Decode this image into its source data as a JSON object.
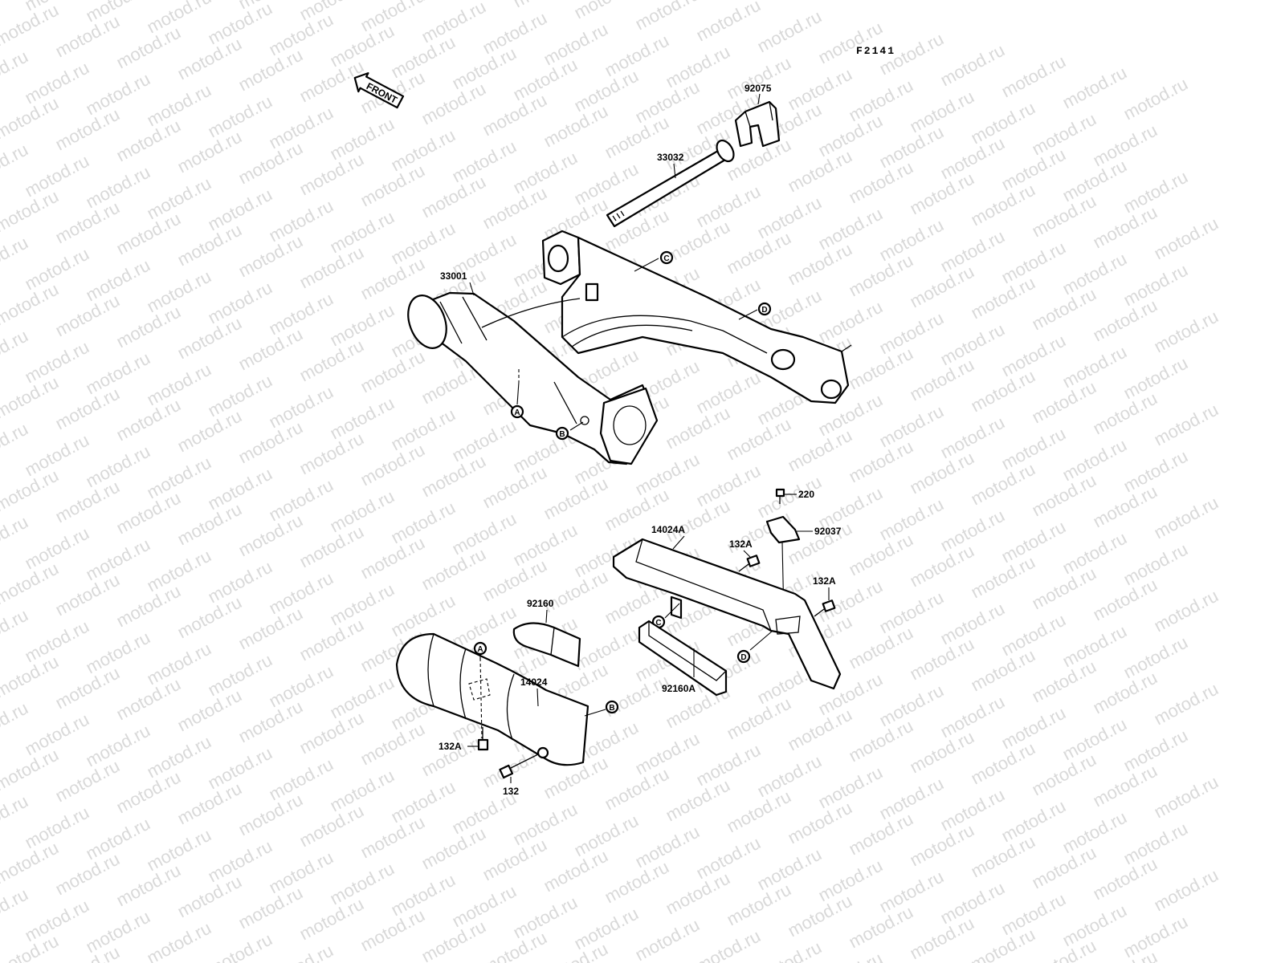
{
  "figure_code": "F2141",
  "front_label": "FRONT",
  "watermark_text": "motod.ru",
  "colors": {
    "line": "#000000",
    "watermark": "#d9d9d9",
    "background": "#ffffff"
  },
  "parts": {
    "p92075": "92075",
    "p33032": "33032",
    "p33001": "33001",
    "p220": "220",
    "p92037": "92037",
    "p14024A": "14024A",
    "p132A_1": "132A",
    "p132A_2": "132A",
    "p92160": "92160",
    "p14024": "14024",
    "p92160A": "92160A",
    "p132A_3": "132A",
    "p132": "132"
  },
  "callouts": {
    "A": "A",
    "B": "B",
    "C": "C",
    "D": "D"
  }
}
